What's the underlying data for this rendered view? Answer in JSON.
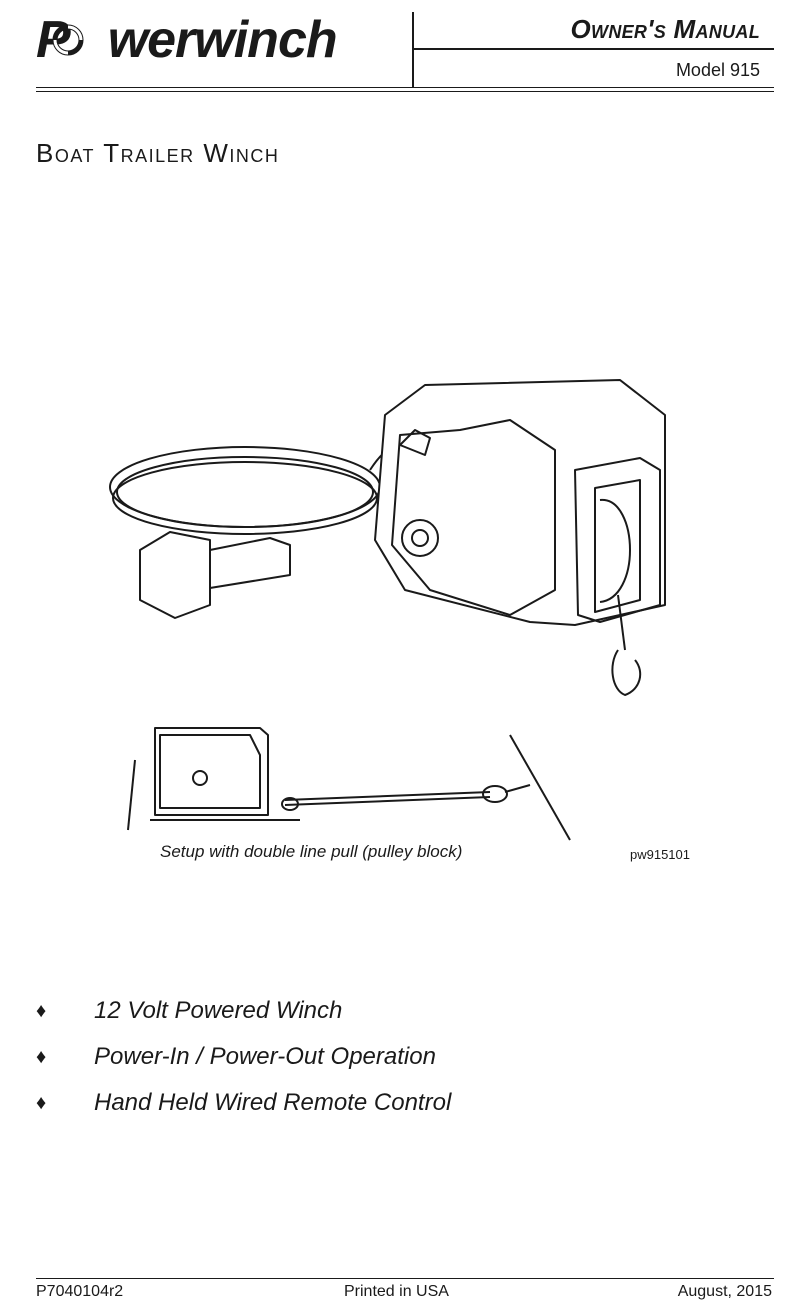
{
  "header": {
    "brand_prefix": "P",
    "brand_suffix": "werwinch",
    "manual_title": "Owner's Manual",
    "model": "Model 915"
  },
  "title": "Boat Trailer Winch",
  "figure": {
    "caption": "Setup with double line pull (pulley block)",
    "code": "pw915101"
  },
  "features": [
    "12 Volt Powered Winch",
    "Power-In / Power-Out Operation",
    "Hand Held Wired Remote Control"
  ],
  "footer": {
    "part_number": "P7040104r2",
    "printed": "Printed in USA",
    "date": "August, 2015"
  }
}
